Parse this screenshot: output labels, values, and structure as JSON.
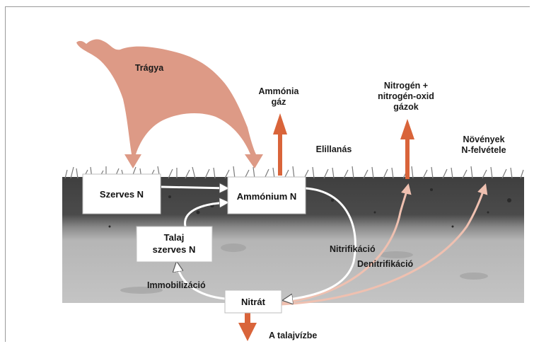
{
  "labels": {
    "tragya": "Trágya",
    "ammonia_gas_line1": "Ammónia",
    "ammonia_gas_line2": "gáz",
    "n_gases_line1": "Nitrogén +",
    "n_gases_line2": "nitrogén-oxid",
    "n_gases_line3": "gázok",
    "volatilization": "Elillanás",
    "plant_uptake_line1": "Növények",
    "plant_uptake_line2": "N-felvétele",
    "nitrification": "Nitrifikáció",
    "denitrification": "Denitrifikáció",
    "immobilization": "Immobilizáció",
    "leaching": "A talajvízbe"
  },
  "boxes": {
    "organic_n": "Szerves N",
    "ammonium_n": "Ammónium N",
    "soil_organic_line1": "Talaj",
    "soil_organic_line2": "szerves N",
    "nitrate": "Nitrát"
  },
  "colors": {
    "manure": "#dd9a86",
    "arrow_orange": "#d9643a",
    "arrow_pink": "#efc0b0",
    "soil_dark": "#4a4a4a",
    "soil_light": "#b9b9b9"
  }
}
